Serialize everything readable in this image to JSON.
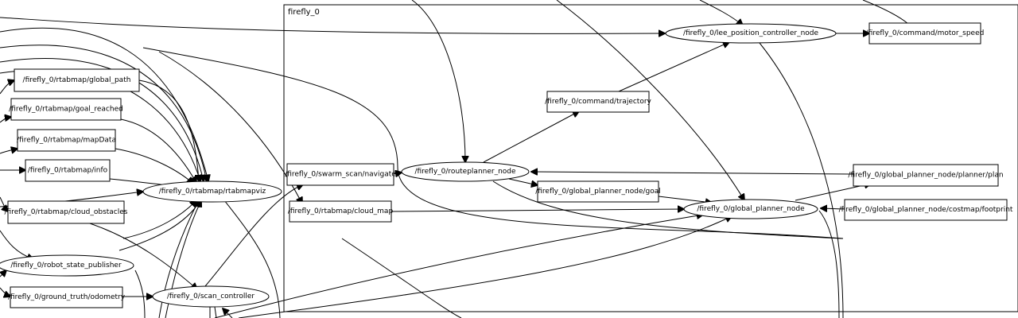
{
  "cluster": {
    "label": "firefly_0"
  },
  "nodes": {
    "global_path": {
      "label": "/firefly_0/rtabmap/global_path",
      "shape": "box"
    },
    "goal_reached": {
      "label": "/firefly_0/rtabmap/goal_reached",
      "shape": "box"
    },
    "mapData": {
      "label": "/firefly_0/rtabmap/mapData",
      "shape": "box"
    },
    "info": {
      "label": "/firefly_0/rtabmap/info",
      "shape": "box"
    },
    "cloud_obstacles": {
      "label": "/firefly_0/rtabmap/cloud_obstacles",
      "shape": "box"
    },
    "rtabmapviz": {
      "label": "/firefly_0/rtabmap/rtabmapviz",
      "shape": "ellipse"
    },
    "robot_state_publisher": {
      "label": "/firefly_0/robot_state_publisher",
      "shape": "ellipse"
    },
    "ground_truth_odometry": {
      "label": "/firefly_0/ground_truth/odometry",
      "shape": "box"
    },
    "scan_controller": {
      "label": "/firefly_0/scan_controller",
      "shape": "ellipse"
    },
    "swarm_scan_navigate": {
      "label": "/firefly_0/swarm_scan/navigate",
      "shape": "box"
    },
    "cloud_map": {
      "label": "/firefly_0/rtabmap/cloud_map",
      "shape": "box"
    },
    "routeplanner_node": {
      "label": "/firefly_0/routeplanner_node",
      "shape": "ellipse"
    },
    "command_trajectory": {
      "label": "/firefly_0/command/trajectory",
      "shape": "box"
    },
    "lee_position_controller_node": {
      "label": "/firefly_0/lee_position_controller_node",
      "shape": "ellipse"
    },
    "command_motor_speed": {
      "label": "/firefly_0/command/motor_speed",
      "shape": "box"
    },
    "global_planner_goal": {
      "label": "/firefly_0/global_planner_node/goal",
      "shape": "box"
    },
    "global_planner_node": {
      "label": "/firefly_0/global_planner_node",
      "shape": "ellipse"
    },
    "planner_plan": {
      "label": "/firefly_0/global_planner_node/planner/plan",
      "shape": "box"
    },
    "costmap_footprint": {
      "label": "/firefly_0/global_planner_node/costmap/footprint",
      "shape": "box"
    }
  },
  "edges": [
    {
      "from": "global_path",
      "to": "rtabmapviz"
    },
    {
      "from": "goal_reached",
      "to": "rtabmapviz"
    },
    {
      "from": "mapData",
      "to": "rtabmapviz"
    },
    {
      "from": "info",
      "to": "rtabmapviz"
    },
    {
      "from": "cloud_obstacles",
      "to": "scan_controller"
    },
    {
      "from": "ground_truth_odometry",
      "to": "scan_controller"
    },
    {
      "from": "scan_controller",
      "to": "swarm_scan_navigate"
    },
    {
      "from": "swarm_scan_navigate",
      "to": "routeplanner_node"
    },
    {
      "from": "routeplanner_node",
      "to": "command_trajectory"
    },
    {
      "from": "command_trajectory",
      "to": "lee_position_controller_node"
    },
    {
      "from": "lee_position_controller_node",
      "to": "command_motor_speed"
    },
    {
      "from": "routeplanner_node",
      "to": "global_planner_goal"
    },
    {
      "from": "global_planner_goal",
      "to": "global_planner_node"
    },
    {
      "from": "cloud_map",
      "to": "global_planner_node"
    },
    {
      "from": "global_planner_node",
      "to": "planner_plan"
    },
    {
      "from": "planner_plan",
      "to": "routeplanner_node"
    },
    {
      "from": "costmap_footprint",
      "to": "global_planner_node"
    }
  ]
}
